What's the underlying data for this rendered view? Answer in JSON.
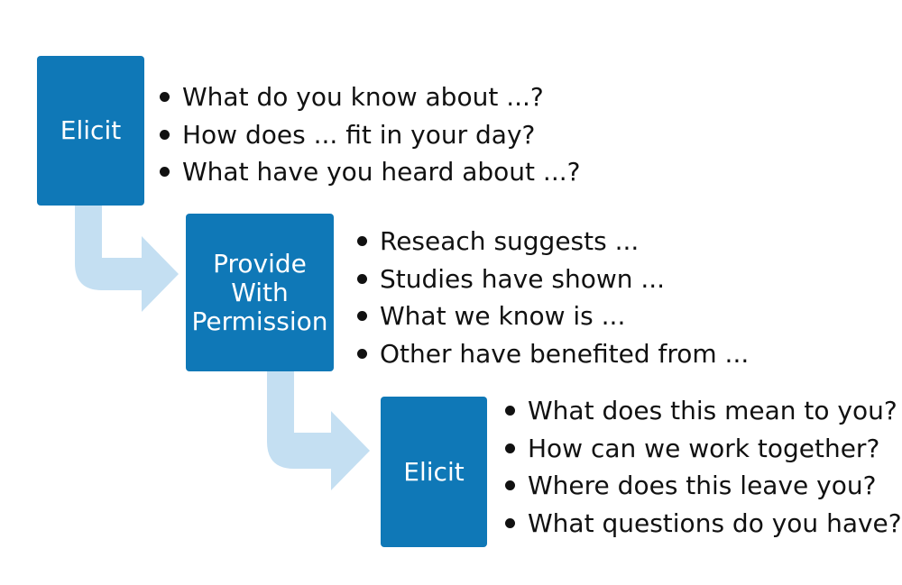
{
  "steps": [
    {
      "label": "Elicit",
      "bullets": [
        "What do you know about ...?",
        "How does ... fit in your day?",
        "What have you heard about ...?"
      ]
    },
    {
      "label": "Provide\nWith\nPermission",
      "bullets": [
        "Reseach suggests ...",
        "Studies have shown ...",
        "What we know is ...",
        "Other have benefited from ..."
      ]
    },
    {
      "label": "Elicit",
      "bullets": [
        "What does this mean to you?",
        "How can we work together?",
        "Where does this leave you?",
        "What questions do you have?"
      ]
    }
  ],
  "colors": {
    "box": "#0f78b7",
    "arrow": "#c4dff2",
    "text": "#111111"
  }
}
